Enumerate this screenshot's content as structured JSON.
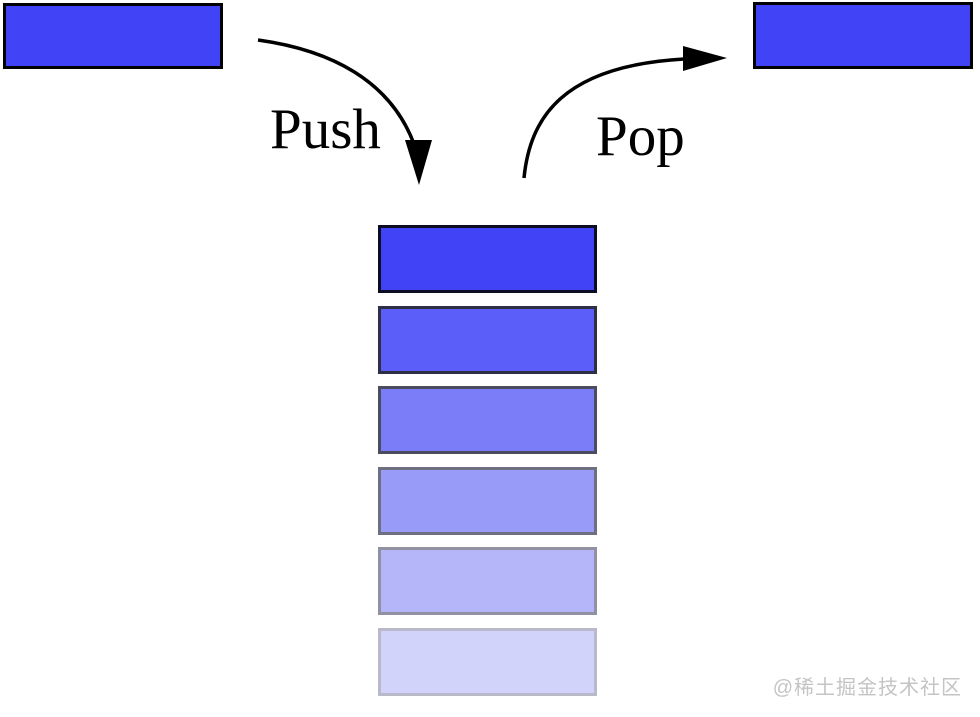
{
  "canvas": {
    "background": "#ffffff"
  },
  "incoming_block": {
    "fill": "#4143f7",
    "border": "#000000"
  },
  "outgoing_block": {
    "fill": "#4143f7",
    "border": "#000000"
  },
  "push": {
    "label": "Push"
  },
  "pop": {
    "label": "Pop"
  },
  "arrow_color": "#000000",
  "stack": {
    "items": [
      {
        "fill": "#4143f7",
        "border": "#0c0c22"
      },
      {
        "fill": "#5b5ef8",
        "border": "#2e2e44"
      },
      {
        "fill": "#7b7df8",
        "border": "#4c4c60"
      },
      {
        "fill": "#999bf8",
        "border": "#6f6f82"
      },
      {
        "fill": "#b5b6fa",
        "border": "#9191a2"
      },
      {
        "fill": "#d2d3fa",
        "border": "#b9b9c9"
      }
    ]
  },
  "watermark": {
    "text": "@稀土掘金技术社区",
    "color": "#c4c4c4"
  }
}
